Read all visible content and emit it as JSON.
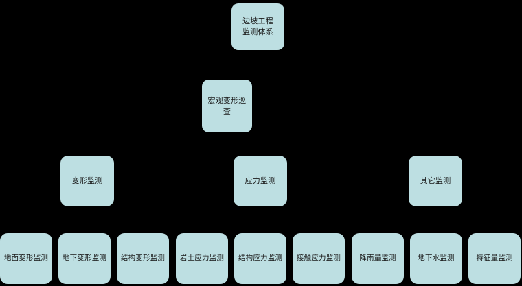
{
  "diagram": {
    "type": "hierarchy-tree",
    "title": "边坡工程监测体系",
    "background_color": "#000000",
    "node_fill_color": "#bddfe2",
    "node_text_color": "#1a1a1a",
    "levels": [
      {
        "level": 1,
        "nodes": [
          {
            "label": "边坡工程\n监测体系"
          }
        ]
      },
      {
        "level": 2,
        "nodes": [
          {
            "label": "宏观变形巡查"
          }
        ]
      },
      {
        "level": 3,
        "nodes": [
          {
            "label": "变形监测"
          },
          {
            "label": "应力监测"
          },
          {
            "label": "其它监测"
          }
        ]
      },
      {
        "level": 4,
        "nodes": [
          {
            "label": "地面变形监测"
          },
          {
            "label": "地下变形监测"
          },
          {
            "label": "结构变形监测"
          },
          {
            "label": "岩土应力监测"
          },
          {
            "label": "结构应力监测"
          },
          {
            "label": "接触应力监测"
          },
          {
            "label": "降雨量监测"
          },
          {
            "label": "地下水监测"
          },
          {
            "label": "特征量监测"
          }
        ]
      }
    ]
  }
}
